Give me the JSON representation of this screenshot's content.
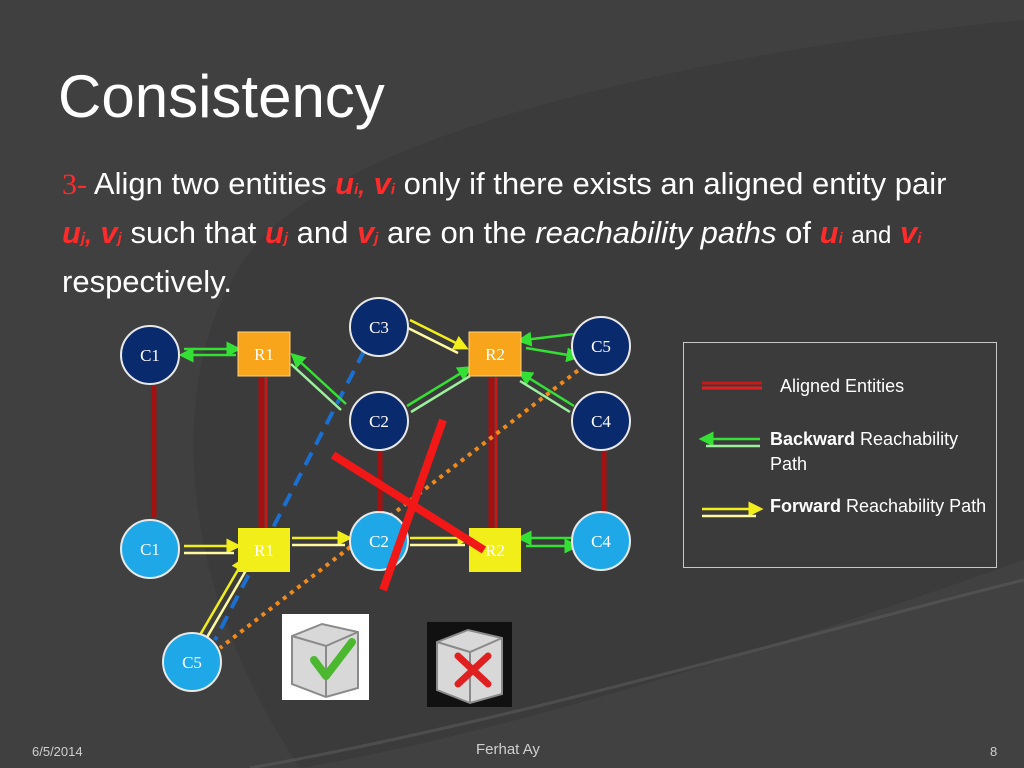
{
  "slide": {
    "title": "Consistency",
    "bullet": {
      "number": "3-",
      "t1": "Align two entities",
      "u": "u",
      "v": "v",
      "i": "i",
      "j": "j",
      "comma": ",",
      "t2": "only if there exists an aligned entity pair",
      "t3": "such that",
      "and": "and",
      "t4": "are on the",
      "reach": "reachability paths",
      "of": "of",
      "t5": "respectively."
    },
    "footer": {
      "date": "6/5/2014",
      "author": "Ferhat Ay",
      "page": "8"
    }
  },
  "diagram": {
    "top_nodes": {
      "c1": "C1",
      "r1": "R1",
      "c3": "C3",
      "r2": "R2",
      "c5": "C5",
      "c2": "C2",
      "c4": "C4"
    },
    "bottom_nodes": {
      "c1": "C1",
      "r1": "R1",
      "c2": "C2",
      "r2": "R2",
      "c4": "C4",
      "c5": "C5"
    }
  },
  "legend": {
    "aligned": "Aligned Entities",
    "backward_bold": "Backward",
    "backward_rest": " Reachability Path",
    "forward_bold": "Forward",
    "forward_rest": " Reachability Path"
  },
  "colors": {
    "background": "#3b3b3b",
    "accent_red": "#ff2a2a",
    "dark_node": "#0a2a6e",
    "light_node": "#1ea8e8",
    "orange_node": "#f8a51c",
    "yellow_node": "#f2ee1a",
    "backward_arrow": "#35e035",
    "forward_arrow": "#f2ee1a",
    "aligned_line": "#a51010"
  },
  "icons": [
    "check-box-icon",
    "x-box-icon"
  ]
}
